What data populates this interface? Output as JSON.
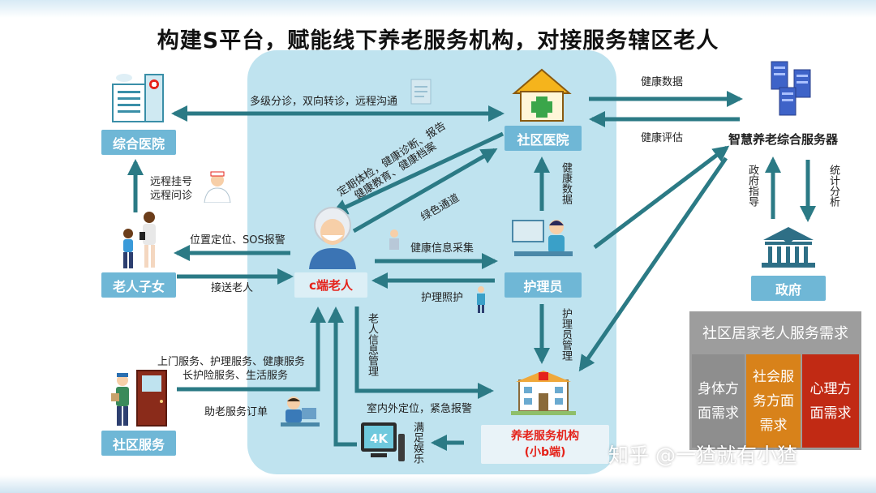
{
  "title": "构建S平台，赋能线下养老服务机构，对接服务辖区老人",
  "nodes": {
    "general_hospital": "综合医院",
    "community_hospital": "社区医院",
    "smart_server": "智慧养老综合服务器",
    "elder_children": "老人子女",
    "c_elder": "c端老人",
    "nurse": "护理员",
    "government": "政府",
    "community_service": "社区服务",
    "org_line1": "养老服务机构",
    "org_line2": "(小b端)"
  },
  "labels": {
    "multi_level": "多级分诊，双向转诊，远程沟通",
    "health_data_h": "健康数据",
    "health_eval": "健康评估",
    "checkup": "定期体检，健康诊断、报告",
    "health_edu": "健康教育、健康档案",
    "green_channel": "绿色通道",
    "health_data_v": "健康数据",
    "gov_guidance": "政府指导",
    "stats": "统计分析",
    "remote_reg": "远程挂号",
    "remote_consult": "远程问诊",
    "location_sos": "位置定位、SOS报警",
    "pickup": "接送老人",
    "info_collect": "健康信息采集",
    "nursing_care": "护理照护",
    "elder_info_mgmt": "老人信息管理",
    "nurse_mgmt": "护理员管理",
    "services1": "上门服务、护理服务、健康服务",
    "services2": "长护险服务、生活服务",
    "order": "助老服务订单",
    "indoor_loc": "室内外定位，紧急报警",
    "entertainment": "满足娱乐",
    "tv_badge": "4K"
  },
  "needs": {
    "header": "社区居家老人服务需求",
    "items": [
      {
        "text": "身体方面需求",
        "color": "#8e8e8e"
      },
      {
        "text": "社会服务方面需求",
        "color": "#d8821a"
      },
      {
        "text": "心理方面需求",
        "color": "#c12a14"
      }
    ]
  },
  "watermark": "知乎 @一猹就有小猹",
  "colors": {
    "arrow": "#2b7a85",
    "box": "#6fb7d6",
    "hub": "#bfe3ef",
    "c_elder_text": "#e5231b",
    "org_text": "#e5231b"
  },
  "icons": {
    "general_hospital": "hospital-building-icon",
    "community_hospital": "clinic-house-icon",
    "smart_server": "server-cluster-icon",
    "elder_children": "family-walking-icon",
    "c_elder": "elderly-person-icon",
    "nurse": "nurse-at-computer-icon",
    "government": "government-building-icon",
    "community_service": "delivery-worker-icon",
    "org": "care-home-building-icon",
    "tv": "tv-4k-icon",
    "doctor": "doctor-icon",
    "caregiver": "caregiver-icon",
    "operator": "operator-icon"
  }
}
